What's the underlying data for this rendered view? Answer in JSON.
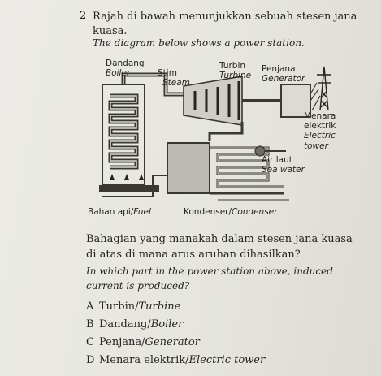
{
  "question": {
    "number": "2",
    "stem_ms": "Rajah di bawah menunjukkan sebuah stesen jana kuasa.",
    "stem_en": "The diagram below shows a power station."
  },
  "diagram": {
    "labels": {
      "boiler_ms": "Dandang",
      "boiler_en": "Boiler",
      "steam_ms": "Stim",
      "steam_en": "Steam",
      "turbine_ms": "Turbin",
      "turbine_en": "Turbine",
      "generator_ms": "Penjana",
      "generator_en": "Generator",
      "tower_ms_1": "Menara",
      "tower_ms_2": "elektrik",
      "tower_en_1": "Electric",
      "tower_en_2": "tower",
      "seawater_ms": "Air laut",
      "seawater_en": "Sea water",
      "fuel": "Bahan api/",
      "fuel_en": "Fuel",
      "condenser": "Kondenser/",
      "condenser_en": "Condenser"
    }
  },
  "prompt": {
    "text_ms": "Bahagian yang manakah dalam stesen jana kuasa di atas di mana arus aruhan dihasilkan?",
    "text_en": "In which part in the power station above, induced current is produced?"
  },
  "options": [
    {
      "letter": "A",
      "ms": "Turbin/",
      "en": "Turbine"
    },
    {
      "letter": "B",
      "ms": "Dandang/",
      "en": "Boiler"
    },
    {
      "letter": "C",
      "ms": "Penjana/",
      "en": "Generator"
    },
    {
      "letter": "D",
      "ms": "Menara elektrik/",
      "en": "Electric tower"
    }
  ]
}
